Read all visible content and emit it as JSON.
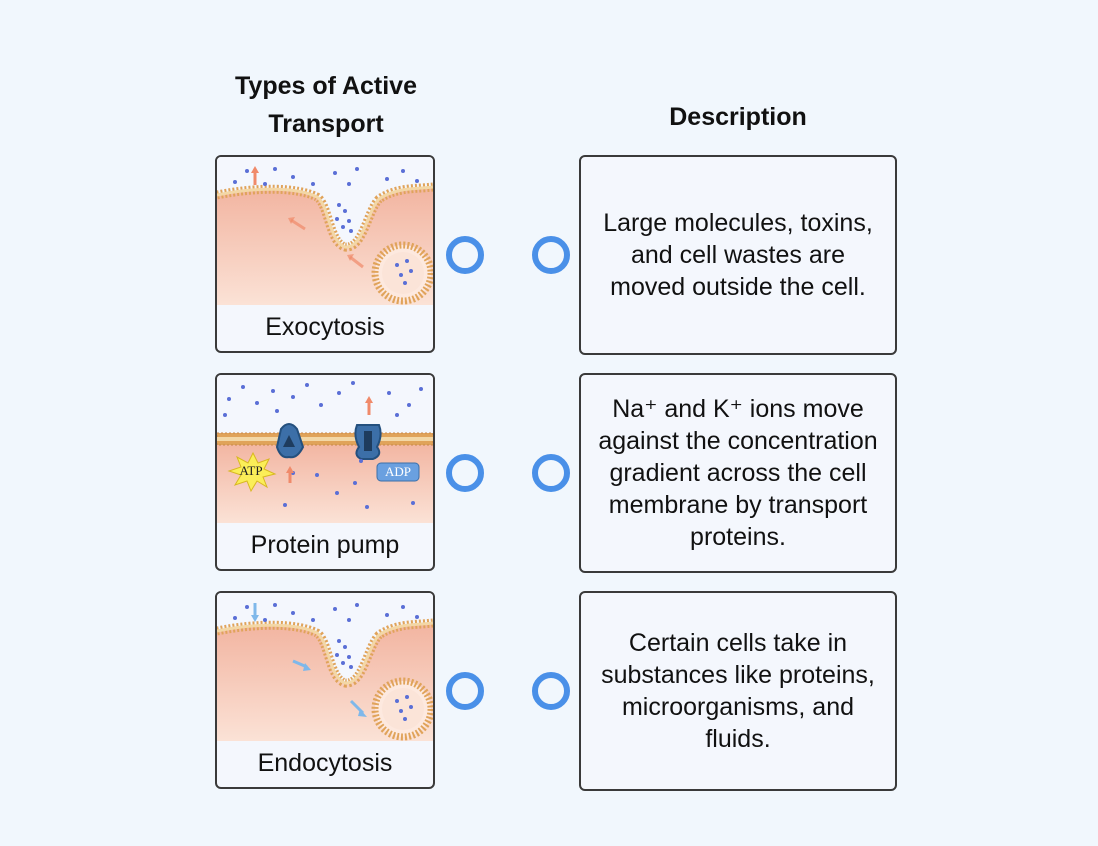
{
  "headers": {
    "left": "Types of Active Transport",
    "right": "Description"
  },
  "types": [
    {
      "caption": "Exocytosis",
      "illustration": "exocytosis-illustration"
    },
    {
      "caption": "Protein pump",
      "illustration": "protein-pump-illustration",
      "atp_label": "ATP",
      "adp_label": "ADP"
    },
    {
      "caption": "Endocytosis",
      "illustration": "endocytosis-illustration"
    }
  ],
  "descriptions": [
    {
      "text": "Large molecules, toxins, and cell wastes are moved outside the cell."
    },
    {
      "text": "Na⁺ and K⁺ ions move against the concentration gradient across the cell membrane by transport proteins."
    },
    {
      "text": "Certain cells take in substances like proteins, microorganisms, and fluids."
    }
  ],
  "colors": {
    "page_bg": "#f1f7fd",
    "ring": "#4a90e8",
    "cell_inside": "#f6c8b6",
    "membrane": "#e0a35a",
    "molecule": "#5a6fd6"
  }
}
